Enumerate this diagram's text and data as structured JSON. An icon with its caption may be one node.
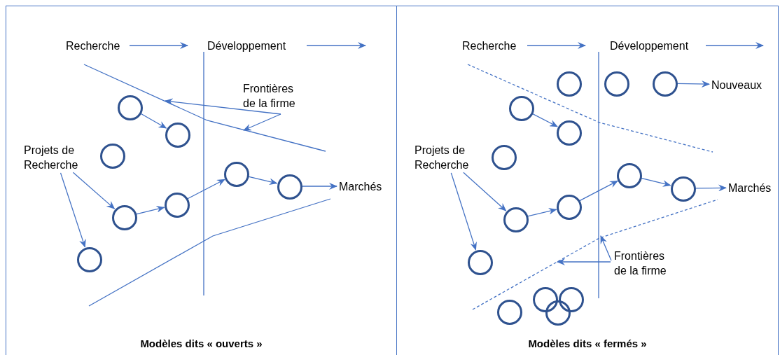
{
  "diagram": {
    "nodes": [
      {
        "text": [
          "Modèles dits « ouverts »"
        ]
      },
      {
        "text": [
          "Frontières de la firme"
        ],
        "in": 0
      },
      {
        "text": [],
        "shape": "circle",
        "in": 0
      },
      {
        "text": [],
        "shape": "circle",
        "in": 0
      },
      {
        "text": [
          "Projets de Recherche"
        ],
        "in": 0
      },
      {
        "text": [],
        "shape": "circle",
        "in": 0
      },
      {
        "text": [],
        "shape": "circle",
        "in": 0
      },
      {
        "text": [],
        "shape": "circle",
        "in": 0
      },
      {
        "text": [
          "Marchés"
        ],
        "in": 0
      },
      {
        "text": [],
        "shape": "circle",
        "in": 0
      },
      {
        "text": [],
        "shape": "circle",
        "in": 0
      },
      {
        "text": [],
        "shape": "circle",
        "in": 0
      },
      {
        "text": [
          "Modèles dits « fermés »"
        ]
      },
      {
        "text": [],
        "shape": "circle",
        "in": 12
      },
      {
        "text": [],
        "shape": "circle",
        "in": 12
      },
      {
        "text": [],
        "shape": "circle",
        "in": 12
      },
      {
        "text": [
          "Nouveaux"
        ],
        "in": 12
      },
      {
        "text": [],
        "shape": "circle",
        "in": 12
      },
      {
        "text": [],
        "shape": "circle",
        "in": 12
      },
      {
        "text": [
          "Projets de Recherche"
        ],
        "in": 12
      },
      {
        "text": [],
        "shape": "circle",
        "in": 12
      },
      {
        "text": [],
        "shape": "circle",
        "in": 12
      },
      {
        "text": [],
        "shape": "circle",
        "in": 12
      },
      {
        "text": [
          "Marchés"
        ],
        "in": 12
      },
      {
        "text": [],
        "shape": "circle",
        "in": 12
      },
      {
        "text": [],
        "shape": "circle",
        "in": 12
      },
      {
        "text": [
          "Frontières de la firme"
        ],
        "in": 12
      },
      {
        "text": [],
        "shape": "circle",
        "in": 12
      },
      {
        "text": [],
        "shape": "circle",
        "in": 12
      },
      {
        "text": [],
        "shape": "circle",
        "in": 12
      },
      {
        "text": [],
        "shape": "circle",
        "in": 12
      },
      {
        "text": [],
        "shape": "circle",
        "in": 12
      }
    ],
    "edges": [
      {
        "from": 2,
        "to": 3,
        "arrow": "to"
      },
      {
        "from": 4,
        "to": 10,
        "arrow": "to"
      },
      {
        "from": 4,
        "to": 11,
        "arrow": "to"
      },
      {
        "from": 10,
        "to": 9,
        "arrow": "to"
      },
      {
        "from": 9,
        "to": 6,
        "arrow": "to"
      },
      {
        "from": 6,
        "to": 7,
        "arrow": "to"
      },
      {
        "from": 7,
        "to": 8,
        "arrow": "to"
      },
      {
        "from": 1,
        "to": null,
        "arrow": "to"
      },
      {
        "from": 1,
        "to": null,
        "arrow": "to"
      },
      {
        "from": 15,
        "to": 16,
        "arrow": "to"
      },
      {
        "from": 17,
        "to": 18,
        "arrow": "to"
      },
      {
        "from": 19,
        "to": 25,
        "arrow": "to"
      },
      {
        "from": 19,
        "to": 27,
        "arrow": "to"
      },
      {
        "from": 25,
        "to": 24,
        "arrow": "to"
      },
      {
        "from": 24,
        "to": 21,
        "arrow": "to"
      },
      {
        "from": 21,
        "to": 22,
        "arrow": "to"
      },
      {
        "from": 22,
        "to": 23,
        "arrow": "to"
      },
      {
        "from": 26,
        "to": null,
        "arrow": "to"
      },
      {
        "from": 26,
        "to": null,
        "arrow": "to"
      }
    ],
    "labels": [
      "Recherche",
      "Développement",
      "Recherche",
      "Développement"
    ]
  }
}
